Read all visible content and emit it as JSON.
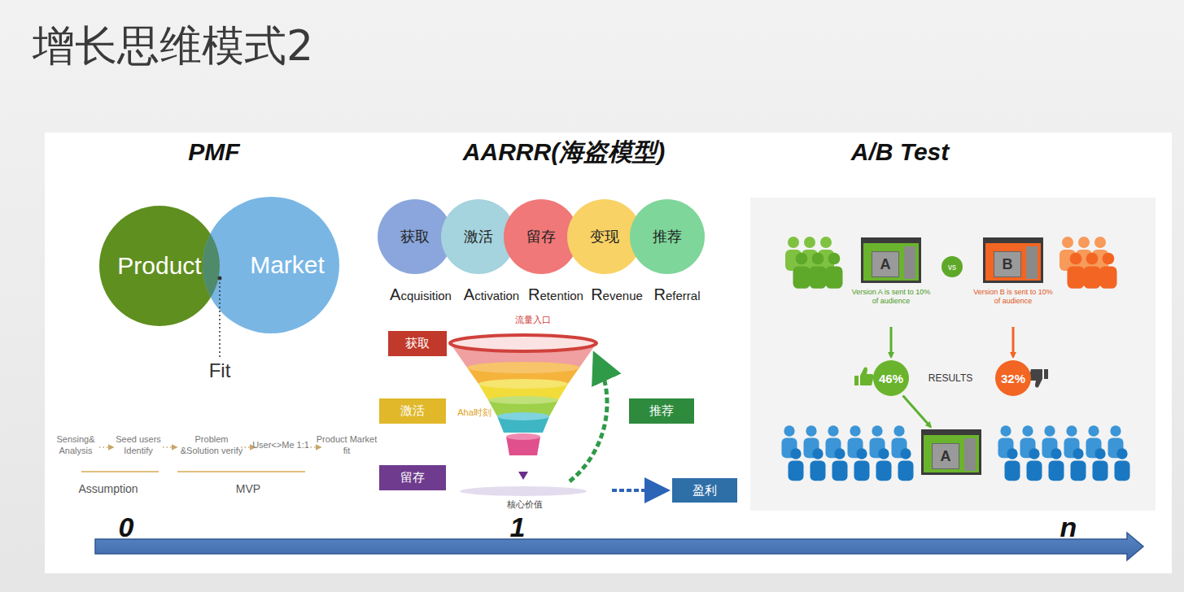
{
  "diagram": {
    "title": "增长思维模式2",
    "nodes": [
      {
        "text": [
          "Product"
        ]
      },
      {
        "text": [
          "Market"
        ]
      },
      {
        "text": [
          "获取"
        ]
      },
      {
        "text": [
          "激活"
        ]
      },
      {
        "text": [
          "留存"
        ]
      },
      {
        "text": [
          "变现"
        ]
      },
      {
        "text": [
          "推荐"
        ]
      },
      {
        "text": [
          "获取"
        ]
      },
      {
        "text": [
          "激活"
        ]
      },
      {
        "text": [
          "留存"
        ]
      },
      {
        "text": [
          "推荐"
        ]
      },
      {
        "text": [
          "盈利"
        ]
      },
      {
        "text": [
          "A",
          "Version A is sent to 10% of audience"
        ]
      },
      {
        "text": [
          "vs"
        ]
      },
      {
        "text": [
          "B",
          "Version B is sent to 10% of audience"
        ]
      },
      {
        "text": [
          "46%"
        ]
      },
      {
        "text": [
          "32%"
        ]
      },
      {
        "text": [
          "A"
        ]
      }
    ],
    "edges": [
      {
        "from": 12,
        "to": 15,
        "arrow": "to"
      },
      {
        "from": 14,
        "to": 16,
        "arrow": "to"
      },
      {
        "from": 15,
        "to": 17,
        "arrow": "to"
      }
    ],
    "labels": [
      "PMF",
      "AARRR(海盗模型)",
      "A/B Test",
      "Fit",
      "Sensing& Analysis",
      "Seed users Identify",
      "Problem &Solution verify",
      "User<>Me 1:1",
      "Product Market fit",
      "Assumption",
      "MVP",
      "Acquisition",
      "Activation",
      "Retention",
      "Revenue",
      "Referral",
      "流量入口",
      "Aha时刻",
      "核心价值",
      "RESULTS",
      "0",
      "1",
      "n"
    ]
  }
}
